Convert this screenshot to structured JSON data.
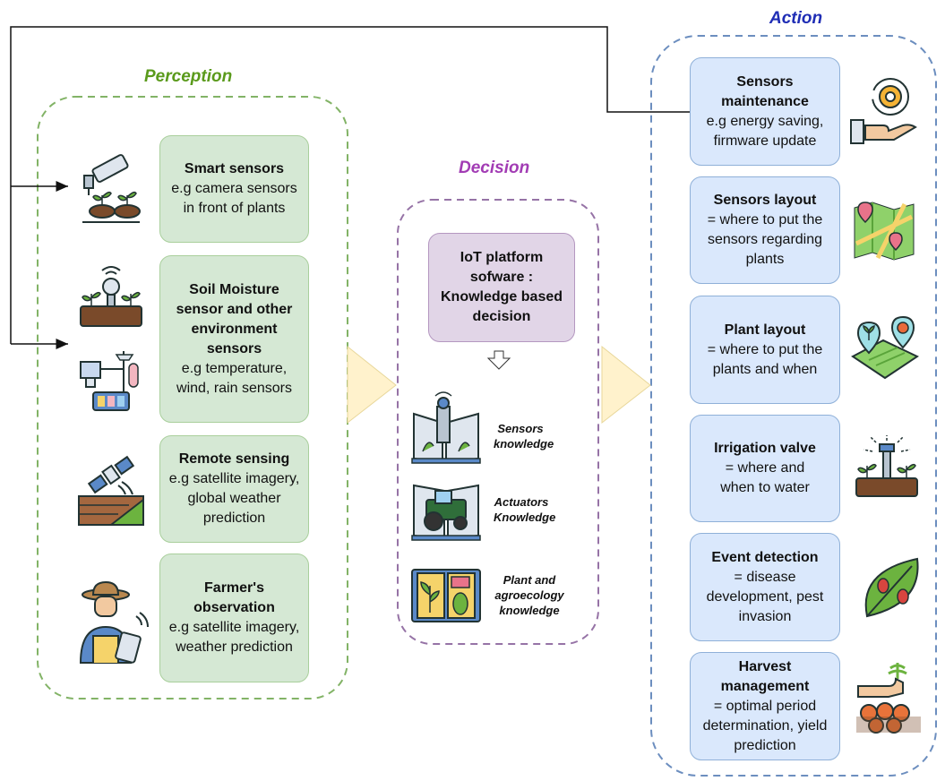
{
  "colors": {
    "perception": "#5a9a1b",
    "decision": "#a23cb4",
    "action": "#1f2db5",
    "green_box": "#d5e8d4",
    "blue_box": "#dae8fc",
    "purple_box": "#e1d5e7",
    "arrow": "#fff2cc"
  },
  "perception": {
    "title": "Perception",
    "items": [
      {
        "heading": "Smart sensors",
        "text": "e.g camera sensors in front of plants",
        "icon": "camera-sensor-icon"
      },
      {
        "heading": "Soil Moisture sensor and other environment sensors",
        "text": "e.g temperature, wind, rain sensors",
        "icon": "soil-moisture-sensor-icon"
      },
      {
        "heading": "Remote sensing",
        "text": "e.g satellite imagery, global weather prediction",
        "icon": "satellite-icon"
      },
      {
        "heading": "Farmer's observation",
        "text": "e.g satellite imagery, weather prediction",
        "icon": "farmer-icon"
      }
    ]
  },
  "decision": {
    "title": "Decision",
    "platform": "IoT platform sofware : Knowledge based decision",
    "knowledge": [
      {
        "label": "Sensors knowledge",
        "icon": "sensors-book-icon"
      },
      {
        "label": "Actuators Knowledge",
        "icon": "tractor-book-icon"
      },
      {
        "label": "Plant and agroecology knowledge",
        "icon": "plant-book-icon"
      }
    ]
  },
  "action": {
    "title": "Action",
    "items": [
      {
        "heading": "Sensors maintenance",
        "text": "e.g energy saving, firmware update",
        "icon": "gear-hand-icon"
      },
      {
        "heading": "Sensors layout",
        "text": "= where to put the sensors regarding plants",
        "icon": "map-icon"
      },
      {
        "heading": "Plant layout",
        "text": "= where to put the plants and when",
        "icon": "field-pins-icon"
      },
      {
        "heading": "Irrigation valve",
        "text": "= where and when to water",
        "icon": "sprinkler-icon"
      },
      {
        "heading": "Event detection",
        "text": "= disease development, pest invasion",
        "icon": "pest-leaf-icon"
      },
      {
        "heading": "Harvest management",
        "text": "= optimal period determination, yield prediction",
        "icon": "harvest-icon"
      }
    ]
  }
}
